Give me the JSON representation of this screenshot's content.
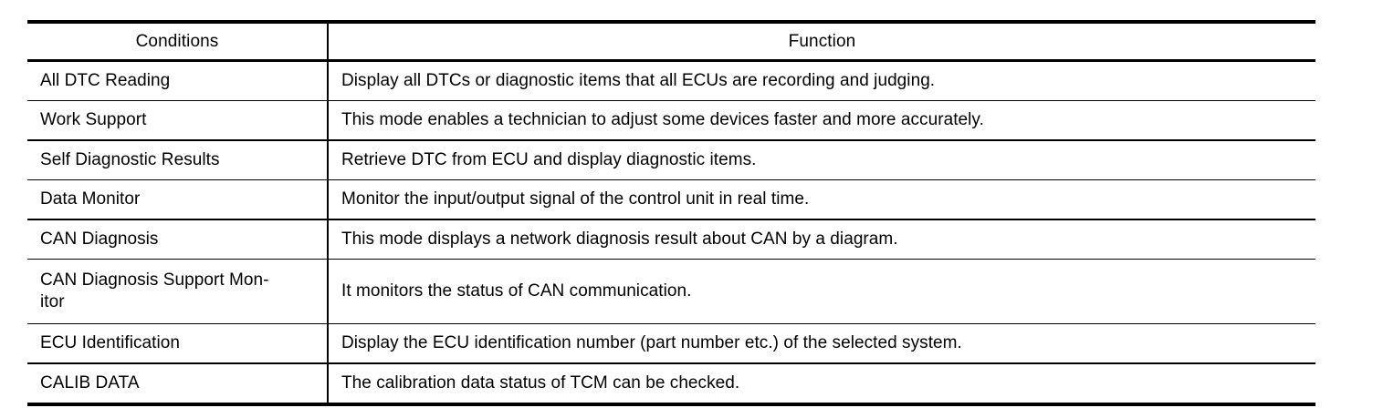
{
  "table": {
    "headers": {
      "conditions": "Conditions",
      "function": "Function"
    },
    "rows": [
      {
        "condition": "All DTC Reading",
        "function": "Display all DTCs or diagnostic items that all ECUs are recording and judging."
      },
      {
        "condition": "Work Support",
        "function": "This mode enables a technician to adjust some devices faster and more accurately."
      },
      {
        "condition": "Self Diagnostic Results",
        "function": "Retrieve DTC from ECU and display diagnostic items."
      },
      {
        "condition": "Data Monitor",
        "function": "Monitor the input/output signal of the control unit in real time."
      },
      {
        "condition": "CAN Diagnosis",
        "function": "This mode displays a network diagnosis result about CAN by a diagram."
      },
      {
        "condition": "CAN Diagnosis Support Mon-",
        "condition_line2": "itor",
        "function": "It monitors the status of CAN communication."
      },
      {
        "condition": "ECU Identification",
        "function": "Display the ECU identification number (part number etc.) of the selected system."
      },
      {
        "condition": "CALIB DATA",
        "function": "The calibration data status of TCM can be checked."
      }
    ]
  }
}
